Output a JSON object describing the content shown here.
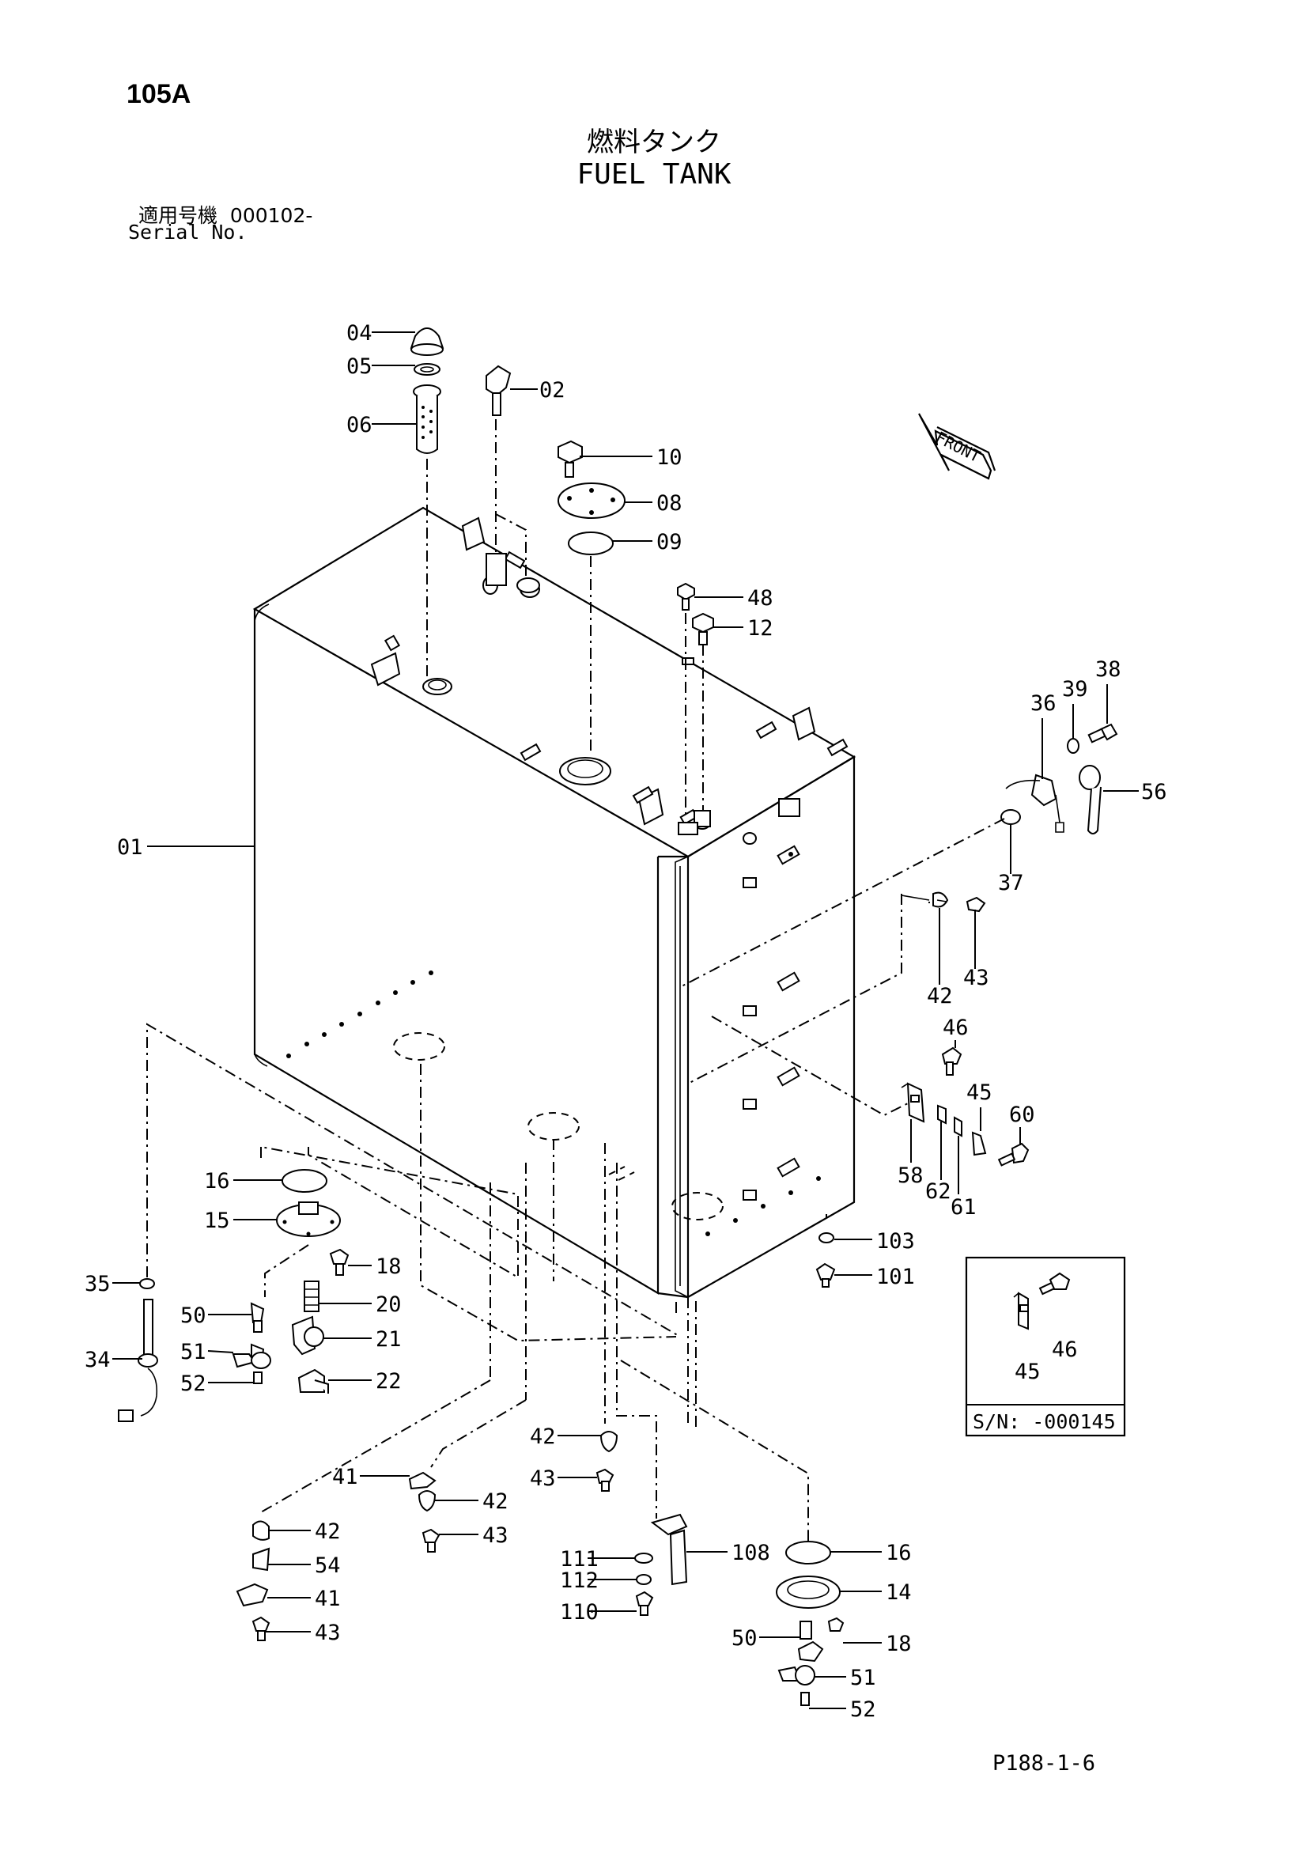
{
  "header": {
    "page_code": "105A",
    "title_jp": "燃料タンク",
    "title_en": "FUEL TANK",
    "serial_label_jp": "適用号機",
    "serial_label_en": "Serial No.",
    "serial_range": "000102-"
  },
  "front_indicator": "FRONT",
  "inset": {
    "serial_text": "S/N:  -000145",
    "labels": [
      "46",
      "45"
    ]
  },
  "footer": {
    "figure_code": "P188-1-6"
  },
  "callouts": [
    "04",
    "05",
    "06",
    "02",
    "10",
    "08",
    "09",
    "48",
    "12",
    "39",
    "38",
    "36",
    "56",
    "01",
    "37",
    "43",
    "42",
    "46",
    "45",
    "60",
    "58",
    "62",
    "61",
    "103",
    "101",
    "16",
    "15",
    "18",
    "35",
    "20",
    "50",
    "21",
    "51",
    "34",
    "52",
    "22",
    "42",
    "43",
    "41",
    "42",
    "43",
    "42",
    "54",
    "41",
    "43",
    "111",
    "108",
    "16",
    "112",
    "14",
    "110",
    "50",
    "18",
    "51",
    "52"
  ]
}
